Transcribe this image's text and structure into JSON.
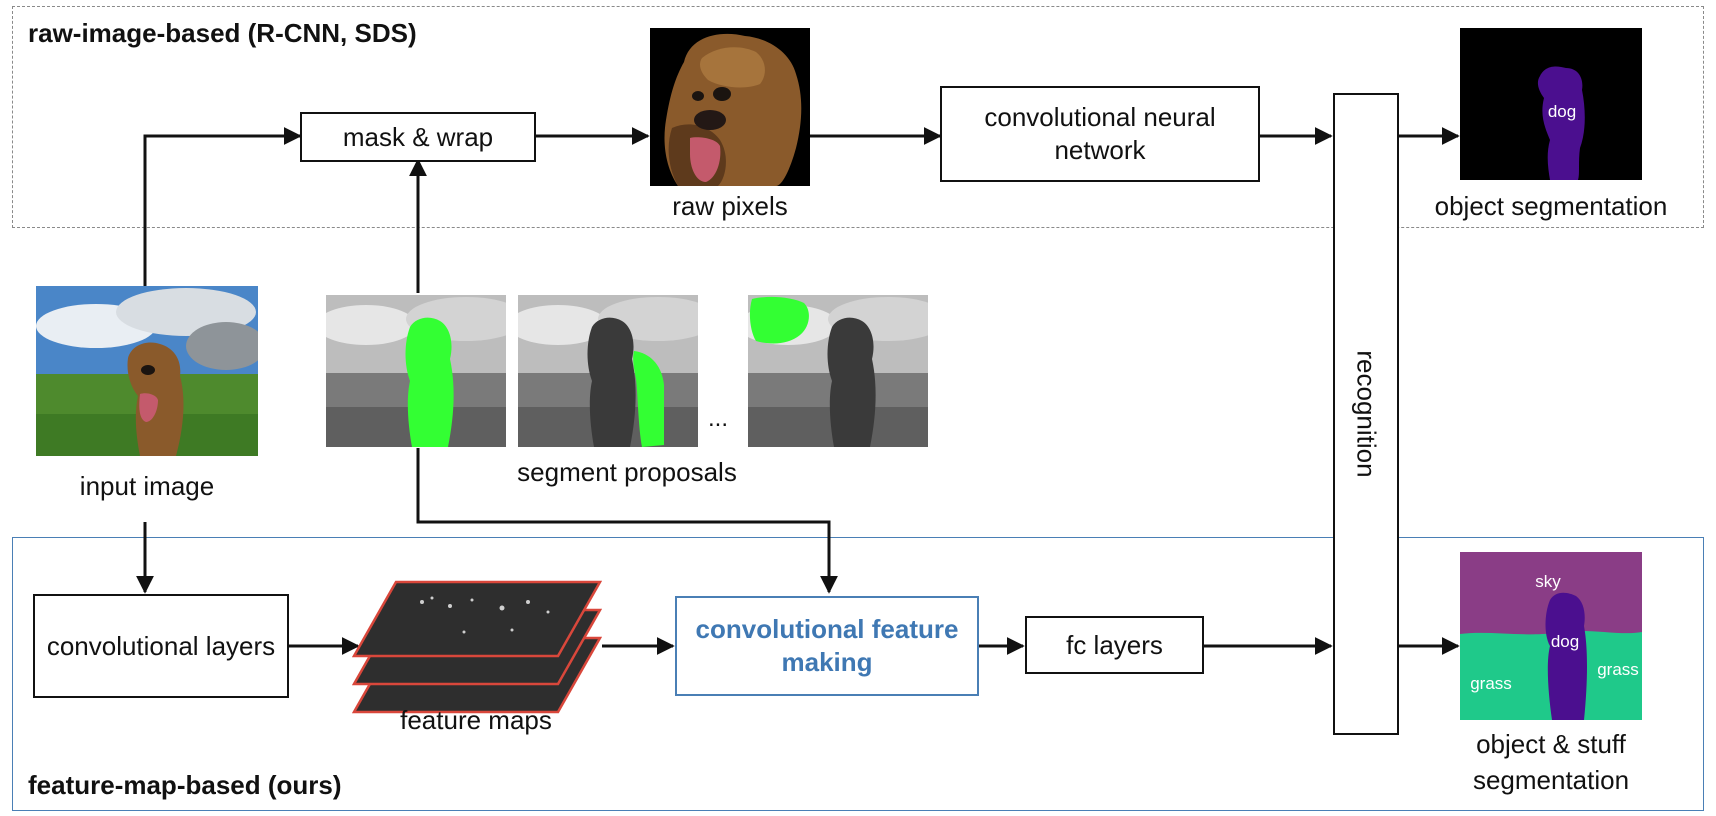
{
  "regions": {
    "top_title": "raw-image-based (R-CNN, SDS)",
    "bottom_title": "feature-map-based (ours)"
  },
  "boxes": {
    "mask_wrap": "mask & wrap",
    "cnn": "convolutional neural network",
    "conv_layers": "convolutional layers",
    "conv_feature_making": "convolutional feature making",
    "fc_layers": "fc layers",
    "recognition": "recognition"
  },
  "captions": {
    "raw_pixels": "raw pixels",
    "object_segmentation": "object segmentation",
    "input_image": "input image",
    "segment_proposals": "segment proposals",
    "ellipsis": "...",
    "feature_maps": "feature maps",
    "object_stuff_line1": "object & stuff",
    "object_stuff_line2": "segmentation"
  },
  "segment_labels": {
    "dog_top": "dog",
    "sky": "sky",
    "dog_bottom": "dog",
    "grass_left": "grass",
    "grass_right": "grass"
  },
  "colors": {
    "accent_blue": "#4a7fb5",
    "dog_purple": "#4b0f8f",
    "sky_purple": "#8a3d86",
    "grass_green": "#1fc98a",
    "proposal_green": "#33ff33",
    "feature_map_border": "#d9473b"
  }
}
